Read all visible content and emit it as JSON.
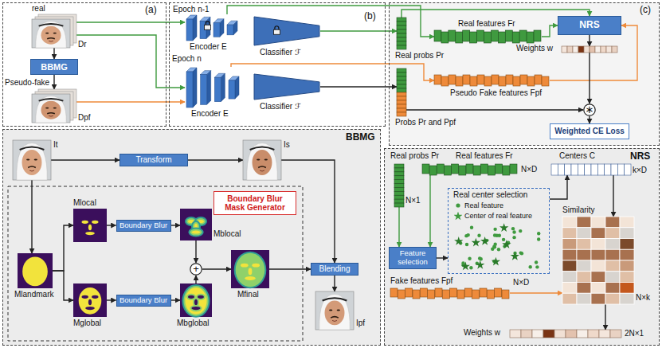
{
  "diagram": {
    "nodes": [
      {
        "text": [
          "(a)"
        ]
      },
      {
        "text": [
          "real",
          "Dr"
        ],
        "in": 0
      },
      {
        "text": [
          "BBMG"
        ],
        "in": 0
      },
      {
        "text": [
          "Pseudo-fake",
          "Dpf"
        ],
        "in": 0
      },
      {
        "text": [
          "Epoch n-1",
          "(b)"
        ]
      },
      {
        "text": [
          "Encoder E"
        ],
        "in": 4
      },
      {
        "text": [
          "Classifier ℱ"
        ],
        "in": 4
      },
      {
        "text": [
          "Encoder E"
        ],
        "in": 4
      },
      {
        "text": [
          "Classifier ℱ"
        ],
        "in": 4
      },
      {
        "text": [
          "(c)"
        ]
      },
      {
        "text": [
          "Real probs Pr"
        ],
        "in": 9
      },
      {
        "text": [
          "Real features Fr"
        ],
        "in": 9
      },
      {
        "text": [
          "NRS"
        ],
        "in": 9
      },
      {
        "text": [
          "Pseudo Fake features Fpf"
        ],
        "in": 9
      },
      {
        "text": [
          "Probs Pr and Ppf"
        ],
        "in": 9
      },
      {
        "text": [
          "Weights w"
        ],
        "in": 9
      },
      {
        "text": [
          "∗"
        ],
        "in": 9
      },
      {
        "text": [
          "Weighted CE Loss"
        ],
        "in": 9
      },
      {
        "text": [
          "BBMG"
        ]
      },
      {
        "text": [
          "It"
        ],
        "in": 18
      },
      {
        "text": [
          "Transform"
        ],
        "in": 18
      },
      {
        "text": [
          "Is"
        ],
        "in": 18
      },
      {
        "text": [
          "Boundary Blur Mask Generator"
        ],
        "in": 18
      },
      {
        "text": [
          "Mlandmark"
        ],
        "in": 18
      },
      {
        "text": [
          "Mlocal"
        ],
        "in": 18
      },
      {
        "text": [
          "Boundary Blur"
        ],
        "in": 18
      },
      {
        "text": [
          "Mblocal"
        ],
        "in": 18
      },
      {
        "text": [
          "+"
        ],
        "in": 18
      },
      {
        "text": [
          "Mglobal"
        ],
        "in": 18
      },
      {
        "text": [
          "Boundary Blur"
        ],
        "in": 18
      },
      {
        "text": [
          "Mbglobal"
        ],
        "in": 18
      },
      {
        "text": [
          "Mfinal"
        ],
        "in": 18
      },
      {
        "text": [
          "Blending"
        ],
        "in": 18
      },
      {
        "text": [
          "Ipf"
        ],
        "in": 18
      },
      {
        "text": [
          "NRS"
        ]
      },
      {
        "text": [
          "Real probs Pr",
          "N×1"
        ],
        "in": 34
      },
      {
        "text": [
          "Real features Fr",
          "N×D"
        ],
        "in": 34
      },
      {
        "text": [
          "Centers C",
          "k×D"
        ],
        "in": 34
      },
      {
        "text": [
          "Feature selection"
        ],
        "in": 34
      },
      {
        "text": [
          "Real center selection"
        ],
        "in": 34
      },
      {
        "text": [
          "Similarity",
          "N×k"
        ],
        "in": 34
      },
      {
        "text": [
          "Fake features Fpf",
          "N×D"
        ],
        "in": 34
      },
      {
        "text": [
          "Weights w",
          "2N×1"
        ],
        "in": 34
      }
    ],
    "edges": [
      {
        "from": 1,
        "to": 2,
        "arrow": "to"
      },
      {
        "from": 2,
        "to": 3,
        "arrow": "to"
      },
      {
        "from": 1,
        "to": 5,
        "arrow": "to"
      },
      {
        "from": 1,
        "to": 7,
        "arrow": "to"
      },
      {
        "from": 3,
        "to": 7,
        "arrow": "to"
      },
      {
        "from": 6,
        "to": 10,
        "arrow": "to"
      },
      {
        "from": 5,
        "to": 11,
        "arrow": "to"
      },
      {
        "from": 10,
        "to": 12,
        "arrow": "to"
      },
      {
        "from": 11,
        "to": 12,
        "arrow": "to"
      },
      {
        "from": 7,
        "to": 13,
        "arrow": "to"
      },
      {
        "from": 13,
        "to": 12,
        "arrow": "to"
      },
      {
        "from": 8,
        "to": 14,
        "arrow": "to"
      },
      {
        "from": 12,
        "to": 15,
        "arrow": "to"
      },
      {
        "from": 15,
        "to": 16,
        "arrow": "to"
      },
      {
        "from": 14,
        "to": 16,
        "arrow": "to"
      },
      {
        "from": 16,
        "to": 17,
        "arrow": "to"
      },
      {
        "from": 19,
        "to": 20,
        "arrow": "to"
      },
      {
        "from": 20,
        "to": 21,
        "arrow": "to"
      },
      {
        "from": 19,
        "to": 23,
        "arrow": "to"
      },
      {
        "from": 23,
        "to": 24,
        "arrow": "to"
      },
      {
        "from": 23,
        "to": 28,
        "arrow": "to"
      },
      {
        "from": 24,
        "to": 25,
        "arrow": "to"
      },
      {
        "from": 25,
        "to": 26,
        "arrow": "to"
      },
      {
        "from": 28,
        "to": 29,
        "arrow": "to"
      },
      {
        "from": 29,
        "to": 30,
        "arrow": "to"
      },
      {
        "from": 26,
        "to": 27,
        "arrow": "to"
      },
      {
        "from": 30,
        "to": 27,
        "arrow": "to"
      },
      {
        "from": 27,
        "to": 31,
        "arrow": "to"
      },
      {
        "from": 31,
        "to": 32,
        "arrow": "to"
      },
      {
        "from": 21,
        "to": 32,
        "arrow": "to"
      },
      {
        "from": 32,
        "to": 33,
        "arrow": "to"
      },
      {
        "from": 35,
        "to": 38,
        "arrow": "to"
      },
      {
        "from": 36,
        "to": 38,
        "arrow": "to"
      },
      {
        "from": 38,
        "to": 39,
        "arrow": "to"
      },
      {
        "from": 39,
        "to": 37,
        "arrow": "to"
      },
      {
        "from": 37,
        "to": 40,
        "arrow": "to"
      },
      {
        "from": 41,
        "to": 40,
        "arrow": "to"
      },
      {
        "from": 40,
        "to": 42,
        "arrow": "to"
      }
    ],
    "labels": [
      "Epoch n"
    ],
    "legend": [
      {
        "text": "Real feature"
      },
      {
        "text": "Center of real feature"
      }
    ]
  }
}
